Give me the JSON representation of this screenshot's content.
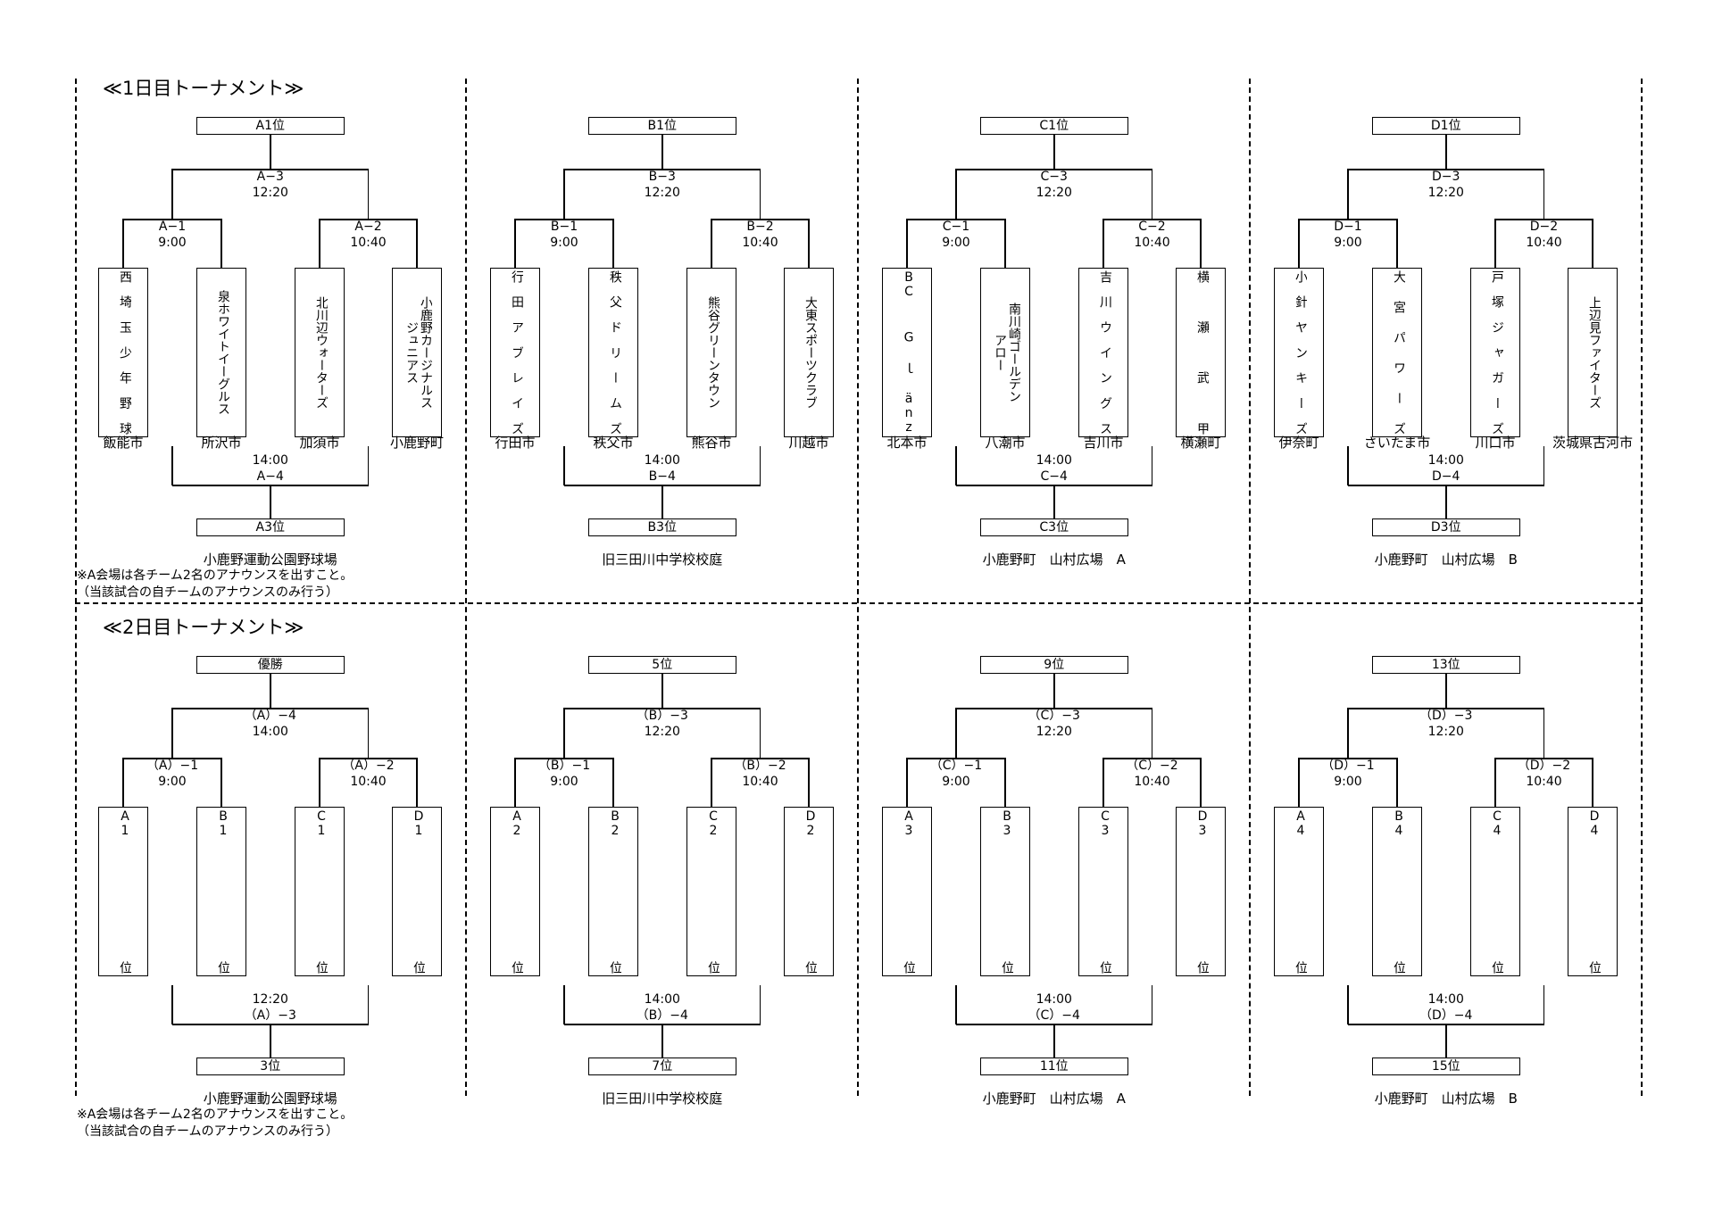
{
  "day1": {
    "title": "≪1日目トーナメント≫",
    "note_lines": [
      "※A会場は各チーム2名のアナウンスを出すこと。",
      "（当該試合の自チームのアナウンスのみ行う）"
    ],
    "sections": [
      {
        "top": "A1位",
        "bottom": "A3位",
        "final_code": "A−3",
        "final_time": "12:20",
        "semi_left_code": "A−1",
        "semi_left_time": "9:00",
        "semi_right_code": "A−2",
        "semi_right_time": "10:40",
        "third_time": "14:00",
        "third_code": "A−4",
        "venue": "小鹿野運動公園野球場",
        "teams": [
          {
            "cols": [
              "西埼玉少年野球"
            ],
            "spread": true,
            "city": "飯能市"
          },
          {
            "cols": [
              "泉ホワイトイーグルス"
            ],
            "spread": false,
            "city": "所沢市"
          },
          {
            "cols": [
              "北川辺ウォーターズ"
            ],
            "spread": false,
            "city": "加須市"
          },
          {
            "cols": [
              "小鹿野カージナルス",
              "ジュニアス"
            ],
            "spread": false,
            "city": "小鹿野町"
          }
        ]
      },
      {
        "top": "B1位",
        "bottom": "B3位",
        "final_code": "B−3",
        "final_time": "12:20",
        "semi_left_code": "B−1",
        "semi_left_time": "9:00",
        "semi_right_code": "B−2",
        "semi_right_time": "10:40",
        "third_time": "14:00",
        "third_code": "B−4",
        "venue": "旧三田川中学校校庭",
        "teams": [
          {
            "cols": [
              "行田アブレイズ"
            ],
            "spread": true,
            "city": "行田市"
          },
          {
            "cols": [
              "秩父ドリームズ"
            ],
            "spread": true,
            "city": "秩父市"
          },
          {
            "cols": [
              "熊谷グリーンタウン"
            ],
            "spread": false,
            "city": "熊谷市"
          },
          {
            "cols": [
              "大東スポーツクラブ"
            ],
            "spread": false,
            "city": "川越市"
          }
        ]
      },
      {
        "top": "C1位",
        "bottom": "C3位",
        "final_code": "C−3",
        "final_time": "12:20",
        "semi_left_code": "C−1",
        "semi_left_time": "9:00",
        "semi_right_code": "C−2",
        "semi_right_time": "10:40",
        "third_time": "14:00",
        "third_code": "C−4",
        "venue": "小鹿野町　山村広場　A",
        "teams": [
          {
            "cols": [
              "BC Gｌänz"
            ],
            "spread": true,
            "city": "北本市"
          },
          {
            "cols": [
              "南川崎ゴールデン",
              "アロー"
            ],
            "spread": false,
            "city": "八潮市"
          },
          {
            "cols": [
              "吉川ウイングス"
            ],
            "spread": true,
            "city": "吉川市"
          },
          {
            "cols": [
              "横瀬武甲"
            ],
            "spread": true,
            "city": "横瀬町"
          }
        ]
      },
      {
        "top": "D1位",
        "bottom": "D3位",
        "final_code": "D−3",
        "final_time": "12:20",
        "semi_left_code": "D−1",
        "semi_left_time": "9:00",
        "semi_right_code": "D−2",
        "semi_right_time": "10:40",
        "third_time": "14:00",
        "third_code": "D−4",
        "venue": "小鹿野町　山村広場　B",
        "teams": [
          {
            "cols": [
              "小針ヤンキーズ"
            ],
            "spread": true,
            "city": "伊奈町"
          },
          {
            "cols": [
              "大宮パワーズ"
            ],
            "spread": true,
            "city": "さいたま市"
          },
          {
            "cols": [
              "戸塚ジャガーズ"
            ],
            "spread": true,
            "city": "川口市"
          },
          {
            "cols": [
              "上辺見ファイターズ"
            ],
            "spread": false,
            "city": "茨城県古河市"
          }
        ]
      }
    ]
  },
  "day2": {
    "title": "≪2日目トーナメント≫",
    "note_lines": [
      "※A会場は各チーム2名のアナウンスを出すこと。",
      "（当該試合の自チームのアナウンスのみ行う）"
    ],
    "sections": [
      {
        "top": "優勝",
        "bottom": "3位",
        "final_code": "（A）−4",
        "final_time": "14:00",
        "semi_left_code": "（A）−1",
        "semi_left_time": "9:00",
        "semi_right_code": "（A）−2",
        "semi_right_time": "10:40",
        "third_time": "12:20",
        "third_code": "（A）−3",
        "venue": "小鹿野運動公園野球場",
        "teams": [
          {
            "cols": [
              "A1位"
            ],
            "spread": true,
            "city": ""
          },
          {
            "cols": [
              "B1位"
            ],
            "spread": true,
            "city": ""
          },
          {
            "cols": [
              "C1位"
            ],
            "spread": true,
            "city": ""
          },
          {
            "cols": [
              "D1位"
            ],
            "spread": true,
            "city": ""
          }
        ]
      },
      {
        "top": "5位",
        "bottom": "7位",
        "final_code": "（B）−3",
        "final_time": "12:20",
        "semi_left_code": "（B）−1",
        "semi_left_time": "9:00",
        "semi_right_code": "（B）−2",
        "semi_right_time": "10:40",
        "third_time": "14:00",
        "third_code": "（B）−4",
        "venue": "旧三田川中学校校庭",
        "teams": [
          {
            "cols": [
              "A2位"
            ],
            "spread": true,
            "city": ""
          },
          {
            "cols": [
              "B2位"
            ],
            "spread": true,
            "city": ""
          },
          {
            "cols": [
              "C2位"
            ],
            "spread": true,
            "city": ""
          },
          {
            "cols": [
              "D2位"
            ],
            "spread": true,
            "city": ""
          }
        ]
      },
      {
        "top": "9位",
        "bottom": "11位",
        "final_code": "（C）−3",
        "final_time": "12:20",
        "semi_left_code": "（C）−1",
        "semi_left_time": "9:00",
        "semi_right_code": "（C）−2",
        "semi_right_time": "10:40",
        "third_time": "14:00",
        "third_code": "（C）−4",
        "venue": "小鹿野町　山村広場　A",
        "teams": [
          {
            "cols": [
              "A3位"
            ],
            "spread": true,
            "city": ""
          },
          {
            "cols": [
              "B3位"
            ],
            "spread": true,
            "city": ""
          },
          {
            "cols": [
              "C3位"
            ],
            "spread": true,
            "city": ""
          },
          {
            "cols": [
              "D3位"
            ],
            "spread": true,
            "city": ""
          }
        ]
      },
      {
        "top": "13位",
        "bottom": "15位",
        "final_code": "（D）−3",
        "final_time": "12:20",
        "semi_left_code": "（D）−1",
        "semi_left_time": "9:00",
        "semi_right_code": "（D）−2",
        "semi_right_time": "10:40",
        "third_time": "14:00",
        "third_code": "（D）−4",
        "venue": "小鹿野町　山村広場　B",
        "teams": [
          {
            "cols": [
              "A4位"
            ],
            "spread": true,
            "city": ""
          },
          {
            "cols": [
              "B4位"
            ],
            "spread": true,
            "city": ""
          },
          {
            "cols": [
              "C4位"
            ],
            "spread": true,
            "city": ""
          },
          {
            "cols": [
              "D4位"
            ],
            "spread": true,
            "city": ""
          }
        ]
      }
    ]
  }
}
